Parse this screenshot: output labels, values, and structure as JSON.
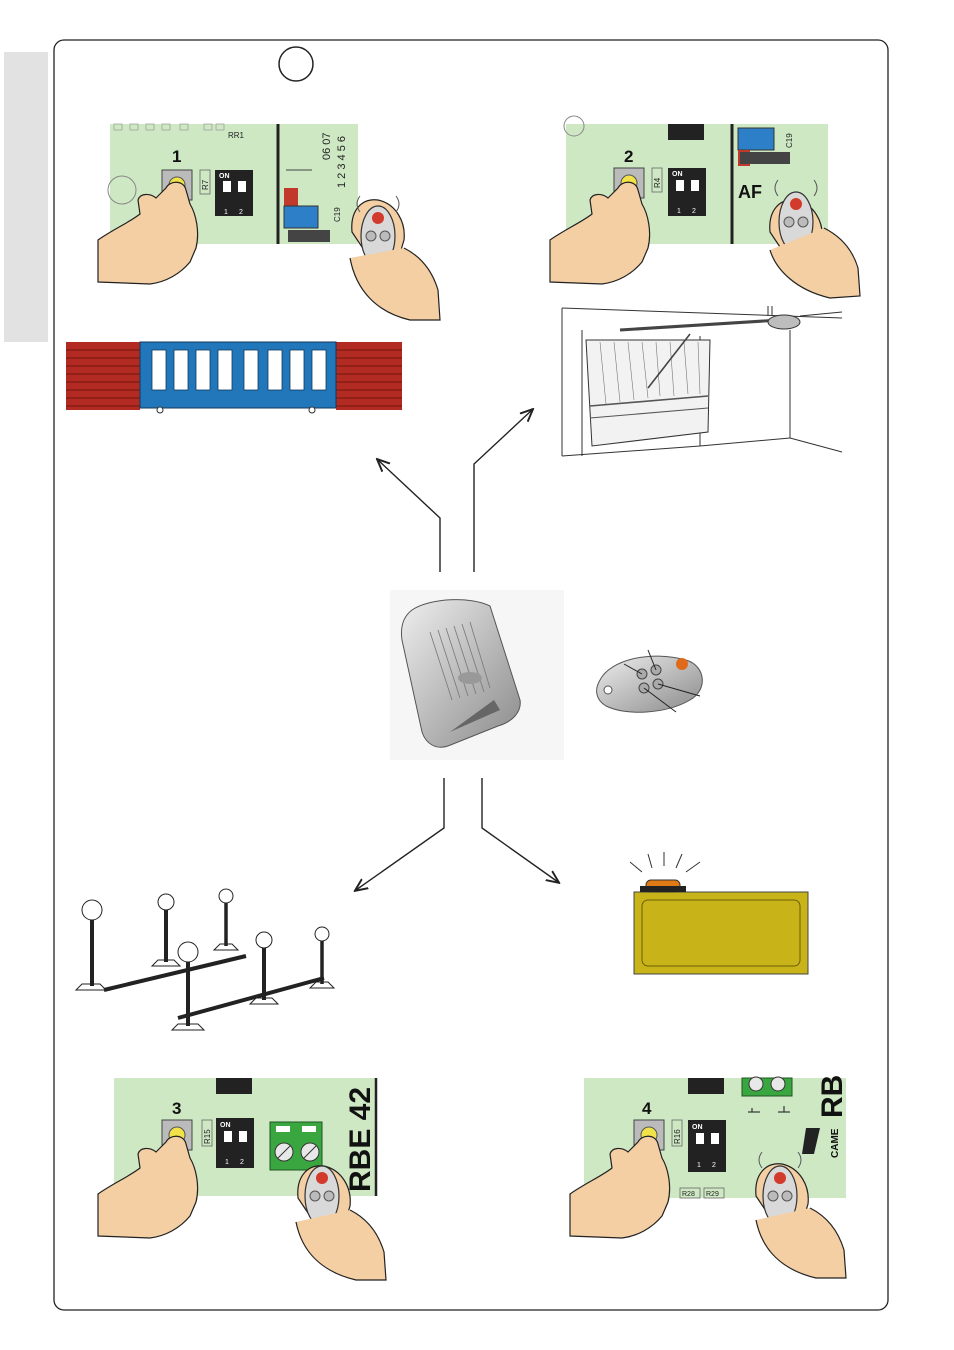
{
  "panels": {
    "top_left": {
      "number": "1",
      "resistor": "R7",
      "dip_on": "ON",
      "dip_1": "1",
      "dip_2": "2",
      "ref": "RR1",
      "pins": "1 2 3 4 5 6",
      "pins2": "06 07",
      "cap": "C19"
    },
    "top_right": {
      "number": "2",
      "resistor": "R4",
      "dip_on": "ON",
      "dip_1": "1",
      "dip_2": "2",
      "module": "AF",
      "cap": "C19"
    },
    "bottom_left": {
      "number": "3",
      "resistor": "R15",
      "dip_on": "ON",
      "dip_1": "1",
      "dip_2": "2",
      "board": "RBE 42"
    },
    "bottom_right": {
      "number": "4",
      "resistor": "R16",
      "dip_on": "ON",
      "dip_1": "1",
      "dip_2": "2",
      "board": "RB",
      "brand": "CAME",
      "r28": "R28",
      "r29": "R29"
    }
  },
  "colors": {
    "board_green": "#cfe8c4",
    "brick": "#b22a22",
    "gate_blue": "#2277bb",
    "lamp_box": "#c8b419",
    "finger_skin": "#f3cfa3"
  },
  "icons": [
    "hand-pressing-button-icon",
    "remote-transmitter-icon",
    "sliding-gate-icon",
    "garage-door-icon",
    "receiver-unit-icon",
    "keyfob-icon",
    "garden-lights-icon",
    "flashing-lamp-icon"
  ]
}
